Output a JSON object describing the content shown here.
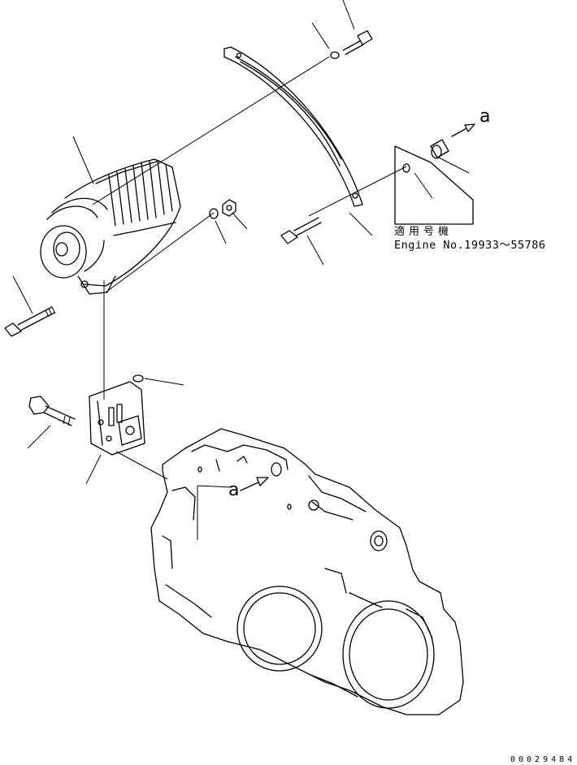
{
  "diagram": {
    "reference_labels": {
      "top": "a",
      "bottom": "a"
    },
    "applicability_note": {
      "title": "適用号機",
      "engine_serial": "Engine No.19933～55786"
    },
    "drawing_number": "00029484"
  }
}
